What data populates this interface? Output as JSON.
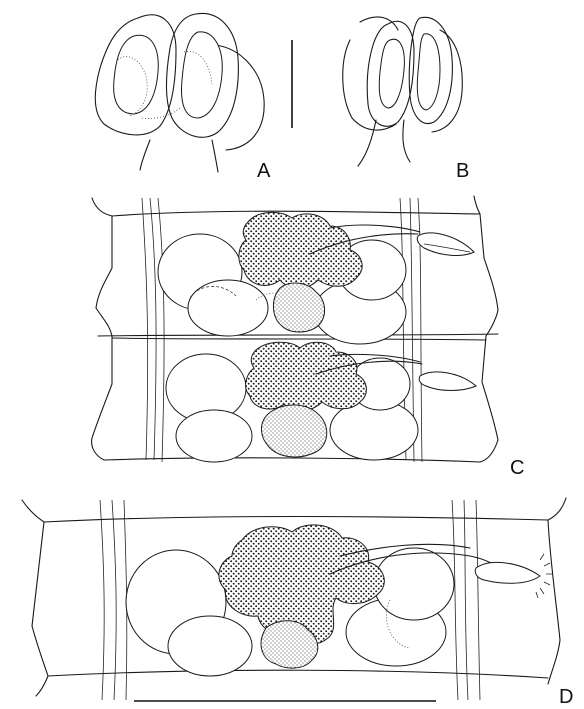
{
  "figure": {
    "labels": {
      "a": "A",
      "b": "B",
      "c": "C",
      "d": "D"
    },
    "colors": {
      "ink": "#1a1a1a",
      "background": "#ffffff"
    }
  }
}
